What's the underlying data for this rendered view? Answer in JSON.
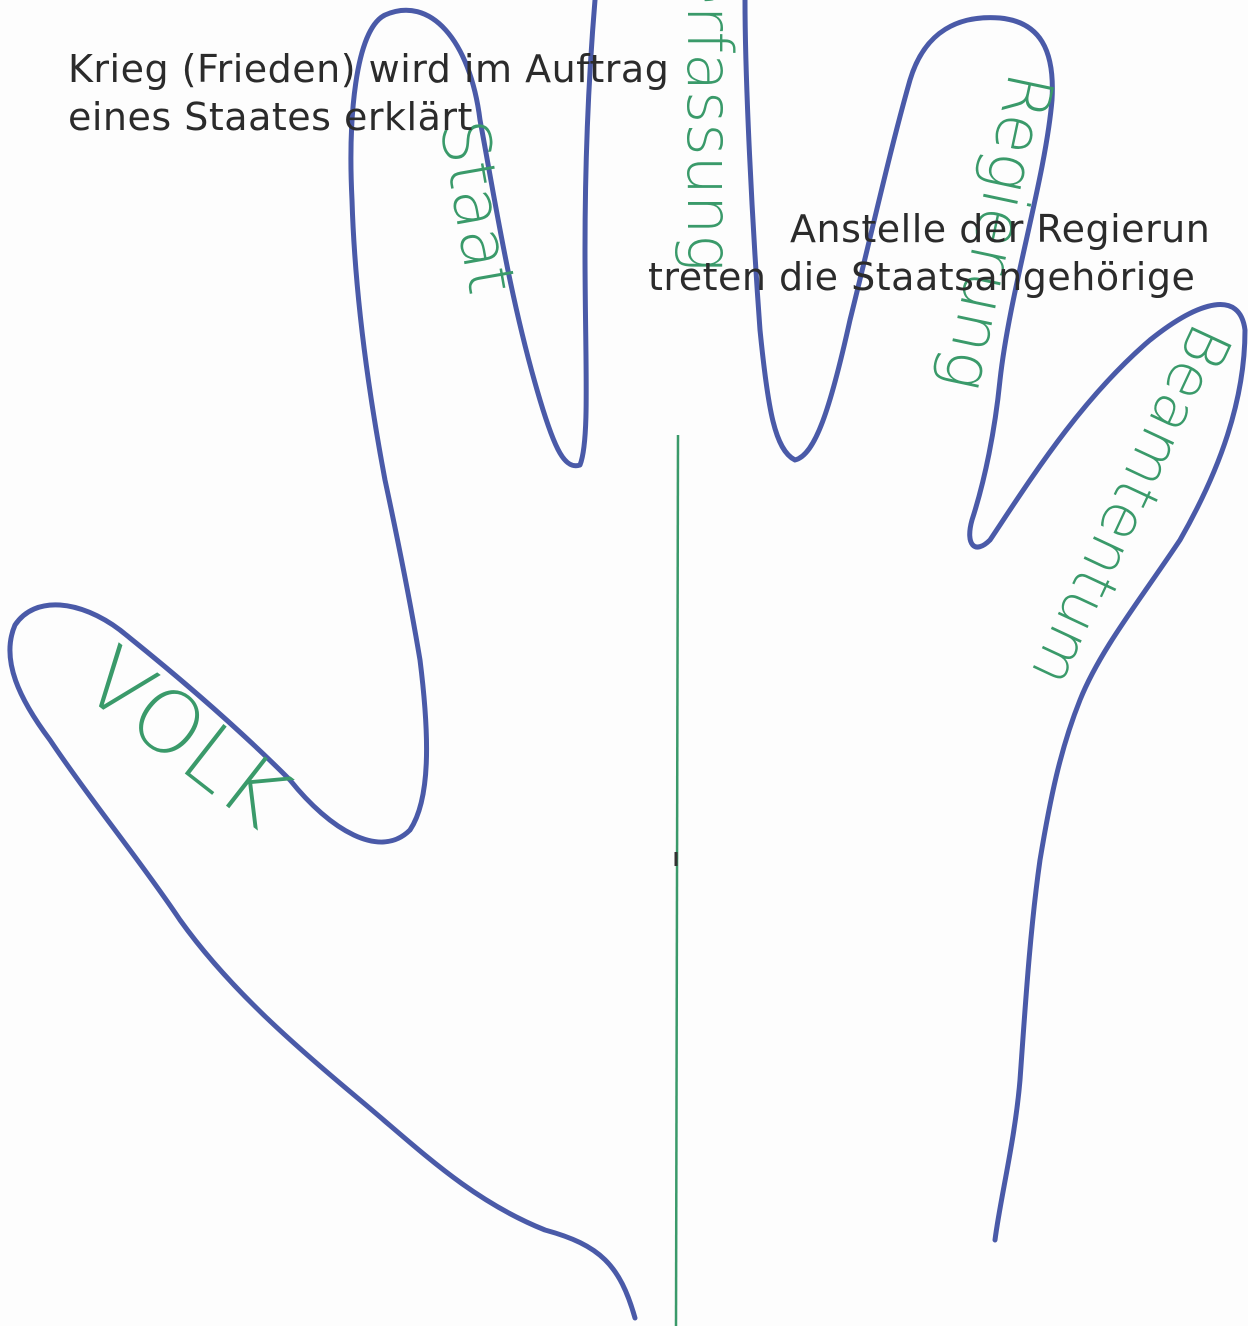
{
  "notes": {
    "war_line1": "Krieg (Frieden) wird im Auftrag",
    "war_line2": "eines Staates erklärt",
    "gov_line1": "Anstelle der Regierun",
    "gov_line2": "treten die Staatsangehörige"
  },
  "fingers": {
    "thumb": "VOLK",
    "index": "Staat",
    "middle": "Verfassung",
    "ring": "Regierung",
    "pinky": "Beamtentum"
  },
  "colors": {
    "outline": "#4a5aa8",
    "handwriting": "#3a9a6a",
    "center_line": "#3a9a6a",
    "typed_text": "#2b2b2b"
  }
}
